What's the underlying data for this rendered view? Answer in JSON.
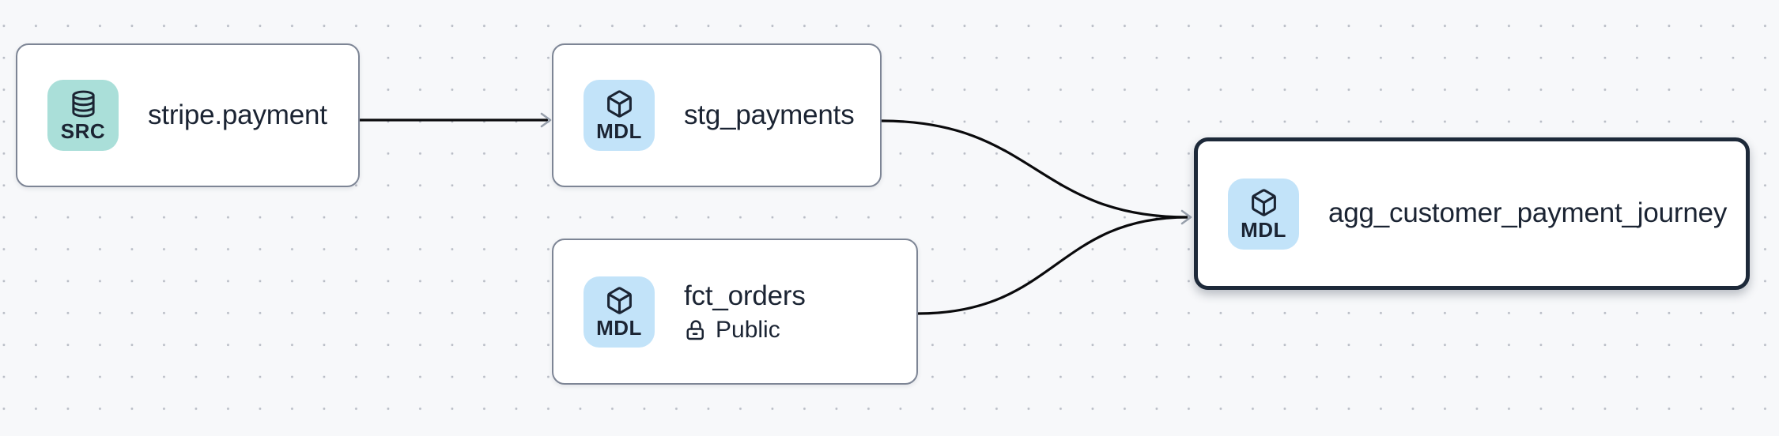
{
  "diagram": {
    "type": "data-lineage-graph",
    "background": {
      "color": "#f7f8fa",
      "dot_color": "#b9bdc6"
    },
    "nodes": [
      {
        "id": "stripe.payment",
        "label": "stripe.payment",
        "badge_label": "SRC",
        "badge_icon": "database-icon",
        "badge_color": "#aadfd9",
        "selected": false
      },
      {
        "id": "stg_payments",
        "label": "stg_payments",
        "badge_label": "MDL",
        "badge_icon": "cube-icon",
        "badge_color": "#c2e3f9",
        "selected": false
      },
      {
        "id": "fct_orders",
        "label": "fct_orders",
        "badge_label": "MDL",
        "badge_icon": "cube-icon",
        "badge_color": "#c2e3f9",
        "access": "Public",
        "access_icon": "unlock-icon",
        "selected": false
      },
      {
        "id": "agg_customer_payment_journey",
        "label": "agg_customer_payment_journey",
        "badge_label": "MDL",
        "badge_icon": "cube-icon",
        "badge_color": "#c2e3f9",
        "selected": true
      }
    ],
    "edges": [
      {
        "from": "stripe.payment",
        "to": "stg_payments"
      },
      {
        "from": "stg_payments",
        "to": "agg_customer_payment_journey"
      },
      {
        "from": "fct_orders",
        "to": "agg_customer_payment_journey"
      }
    ],
    "colors": {
      "node_background": "#ffffff",
      "node_border": "#7d8595",
      "selected_node_border": "#1d2939",
      "text": "#1b2433",
      "edge_line": "#0a0a0c",
      "edge_arrowhead": "#98a0ac"
    }
  }
}
